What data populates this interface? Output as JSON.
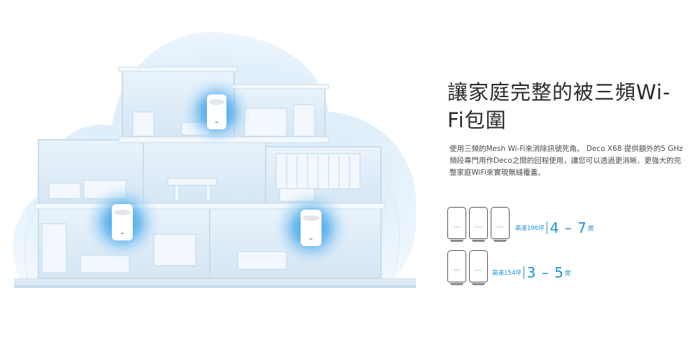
{
  "heading": "讓家庭完整的被三頻Wi-Fi包圍",
  "description": "使用三頻的Mesh Wi-Fi來消除訊號死角。 Deco X68 提供額外的5 GHz頻段專門用作Deco之間的回程使用，讓您可以透過更消晰、更強大的完整家庭WiFi來實現無縫覆蓋。",
  "configs": [
    {
      "units": 3,
      "area": "高達196坪",
      "rooms_range": "4 – 7",
      "rooms_unit": "房"
    },
    {
      "units": 2,
      "area": "高達154坪",
      "rooms_range": "3 – 5",
      "rooms_unit": "房"
    }
  ],
  "illustration": {
    "name": "house-mesh-coverage",
    "devices": 3
  },
  "colors": {
    "accent": "#1b8fd6",
    "cloud": "#d9ecfa",
    "house_wall": "#e8f2fa"
  }
}
